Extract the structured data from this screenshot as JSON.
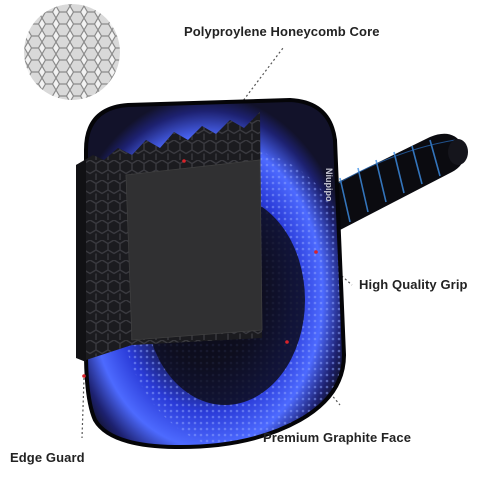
{
  "brand_text": "Niupipo",
  "callouts": {
    "core": "Polyproylene Honeycomb Core",
    "grip": "High Quality Grip",
    "face": "Premium Graphite Face",
    "edge": "Edge Guard"
  },
  "colors": {
    "paddle_face": "#18172b",
    "glow": "#3c5cff",
    "honeycomb": "#1b1b1f",
    "grip": "#0b0b10",
    "grip_accent": "#3e8fe6",
    "marker": "#d8232a",
    "leader": "#555555"
  }
}
